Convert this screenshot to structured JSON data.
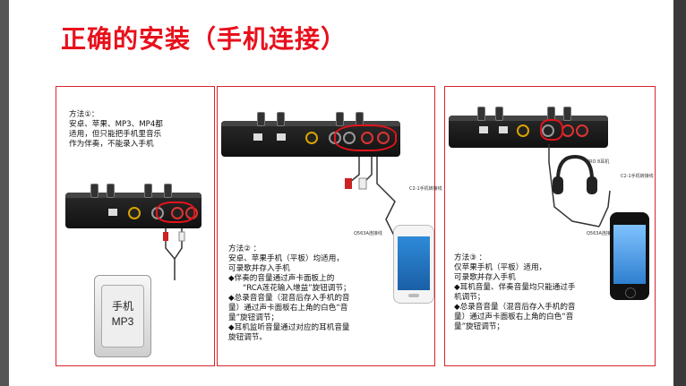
{
  "title": "正确的安装（手机连接）",
  "method1": {
    "lines": [
      "方法①：",
      "安卓、苹果、MP3、MP4都",
      "适用，但只能把手机里音乐",
      "作为伴奏，不能录入手机"
    ],
    "device_label": [
      "手机",
      "MP3"
    ]
  },
  "method2": {
    "lines": [
      "方法② ：",
      "安卓、苹果手机（平板）均适用，",
      "可录歌并存入手机",
      "◆伴奏的音量通过声卡面板上的",
      "“RCA莲花输入增益”旋钮调节；",
      "◆总录音音量（混音后存入手机的音",
      "量）通过声卡面板右上角的白色“音",
      "量”旋钮调节；",
      "◆耳机监听音量通过对应的耳机音量",
      "旋钮调节。"
    ],
    "cable_label": "C2-1手机转接线",
    "cable_label2": "Q563A连接线"
  },
  "method3": {
    "lines": [
      "方法③ ：",
      "仅苹果手机（平板）适用，",
      "可录歌并存入手机",
      "◆耳机音量、伴奏音量均只能通过手",
      "机调节；",
      "◆总录音音量（混音后存入手机的音",
      "量）通过声卡面板右上角的白色“音",
      "量”旋钮调节；"
    ],
    "headphone_label": "PRO 8耳机",
    "cable_label": "C2-1手机转接线",
    "cable_label2": "Q563A连接线"
  }
}
